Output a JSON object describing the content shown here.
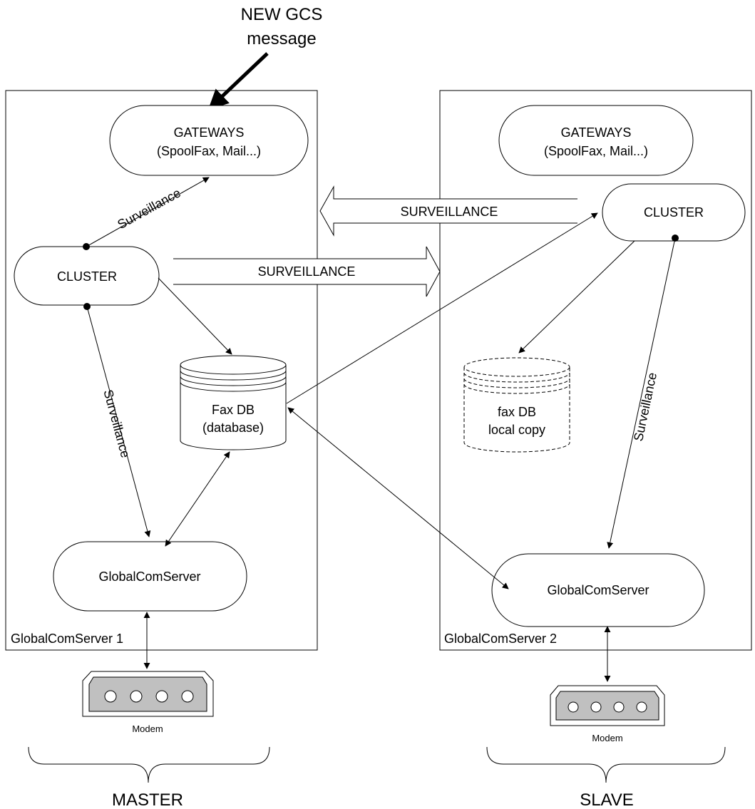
{
  "incoming": {
    "line1": "NEW GCS",
    "line2": "message"
  },
  "master": {
    "box_label": "GlobalComServer 1",
    "gateways": {
      "line1": "GATEWAYS",
      "line2": "(SpoolFax, Mail...)"
    },
    "cluster": "CLUSTER",
    "faxdb": {
      "line1": "Fax DB",
      "line2": "(database)"
    },
    "server": "GlobalComServer",
    "modem": "Modem",
    "role": "MASTER",
    "surveillance_gateway": "Surveillance",
    "surveillance_server": "Surveillance"
  },
  "slave": {
    "box_label": "GlobalComServer 2",
    "gateways": {
      "line1": "GATEWAYS",
      "line2": "(SpoolFax, Mail...)"
    },
    "cluster": "CLUSTER",
    "faxdb": {
      "line1": "fax DB",
      "line2": "local copy"
    },
    "server": "GlobalComServer",
    "modem": "Modem",
    "role": "SLAVE",
    "surveillance_server": "Surveillance"
  },
  "links": {
    "master_to_slave": "SURVEILLANCE",
    "slave_to_master": "SURVEILLANCE"
  },
  "colors": {
    "line": "#000000",
    "modem_fill": "#c0c0c0",
    "background": "#ffffff"
  }
}
